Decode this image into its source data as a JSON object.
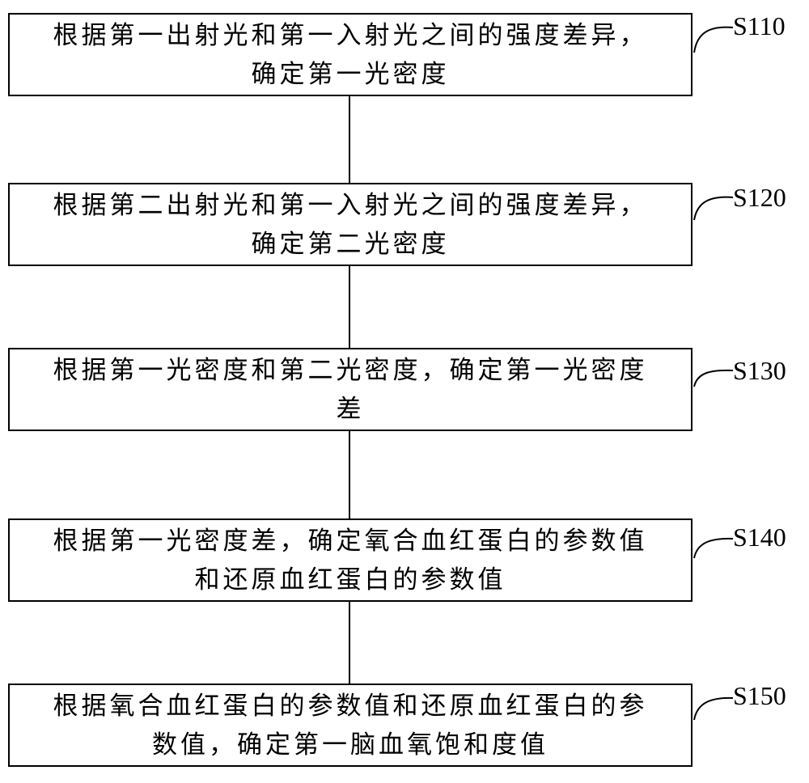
{
  "steps": [
    {
      "label": "S110",
      "lines": [
        "根据第一出射光和第一入射光之间的强度差异，",
        "确定第一光密度"
      ]
    },
    {
      "label": "S120",
      "lines": [
        "根据第二出射光和第一入射光之间的强度差异，",
        "确定第二光密度"
      ]
    },
    {
      "label": "S130",
      "lines": [
        "根据第一光密度和第二光密度，确定第一光密度",
        "差"
      ]
    },
    {
      "label": "S140",
      "lines": [
        "根据第一光密度差，确定氧合血红蛋白的参数值",
        "和还原血红蛋白的参数值"
      ]
    },
    {
      "label": "S150",
      "lines": [
        "根据氧合血红蛋白的参数值和还原血红蛋白的参",
        "数值，确定第一脑血氧饱和度值"
      ]
    }
  ]
}
